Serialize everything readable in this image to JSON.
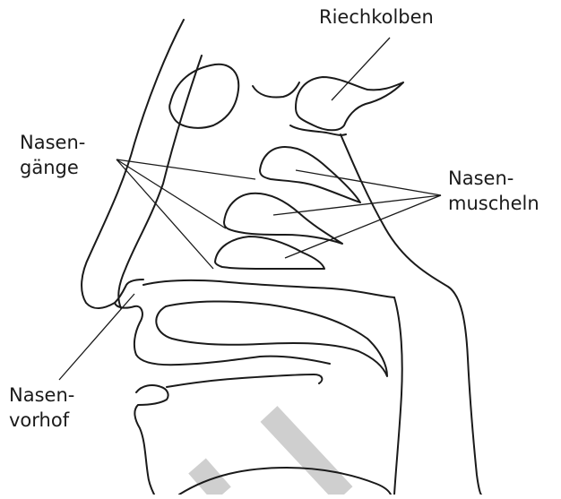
{
  "labels": {
    "riechkolben": "Riechkolben",
    "nasengaenge_1": "Nasen-",
    "nasengaenge_2": "gänge",
    "nasenmuscheln_1": "Nasen-",
    "nasenmuscheln_2": "muscheln",
    "nasenvorhof_1": "Nasen-",
    "nasenvorhof_2": "vorhof"
  },
  "colors": {
    "ink": "#1a1a1a",
    "watermark": "#cfcfcf",
    "background": "#ffffff"
  }
}
